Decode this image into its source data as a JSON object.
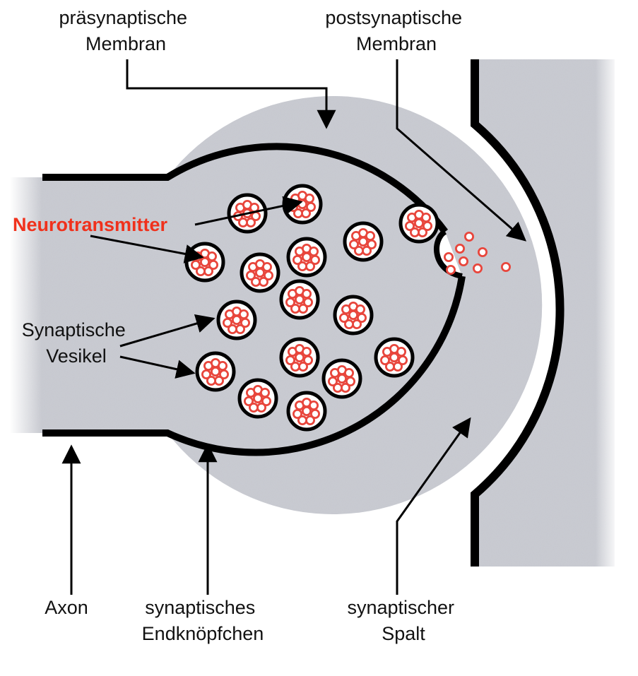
{
  "colors": {
    "tissue": "#c9cbd2",
    "outline": "#000000",
    "vesicle_fill": "#ffffff",
    "neurotransmitter": "#e8463c",
    "label_highlight": "#f0311c",
    "text": "#111111"
  },
  "labels": {
    "presynaptic_membrane": [
      "präsynaptische",
      "Membran"
    ],
    "postsynaptic_membrane": [
      "postsynaptische",
      "Membran"
    ],
    "neurotransmitter": "Neurotransmitter",
    "synaptic_vesicles": [
      "Synaptische",
      "Vesikel"
    ],
    "axon": "Axon",
    "synaptic_terminal": [
      "synaptisches",
      "Endknöpfchen"
    ],
    "synaptic_cleft": [
      "synaptischer",
      "Spalt"
    ]
  }
}
